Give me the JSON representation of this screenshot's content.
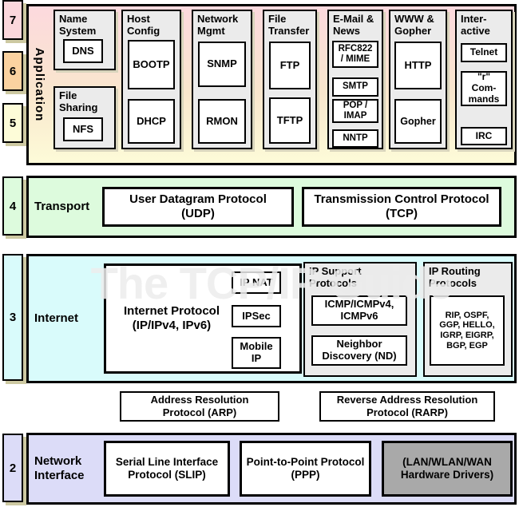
{
  "watermark": "The TCP/IP Guide",
  "colors": {
    "layer7": "#fbd7dc",
    "layer6": "#fbd2a0",
    "layer5": "#fdfcd8",
    "layer4": "#ddfbdd",
    "layer3": "#d9fbfb",
    "layer2": "#dcdcf8",
    "group_gray": "#ebebeb",
    "hardware_gray": "#a9a9a9",
    "shadow_khaki": "#cdc9a2"
  },
  "badges": {
    "l7": "7",
    "l6": "6",
    "l5": "5",
    "l4": "4",
    "l3": "3",
    "l2": "2"
  },
  "app": {
    "label": "Application",
    "columns": [
      {
        "groups": [
          {
            "header": "Name\nSystem",
            "items": [
              "DNS"
            ]
          },
          {
            "header": "File\nSharing",
            "items": [
              "NFS"
            ]
          }
        ]
      },
      {
        "groups": [
          {
            "header": "Host\nConfig",
            "items": [
              "BOOTP",
              "DHCP"
            ]
          }
        ]
      },
      {
        "groups": [
          {
            "header": "Network\nMgmt",
            "items": [
              "SNMP",
              "RMON"
            ]
          }
        ]
      },
      {
        "groups": [
          {
            "header": "File\nTransfer",
            "items": [
              "FTP",
              "TFTP"
            ]
          }
        ]
      },
      {
        "groups": [
          {
            "header": "E-Mail &\nNews",
            "items": [
              "RFC822\n/ MIME",
              "SMTP",
              "POP /\nIMAP",
              "NNTP"
            ]
          }
        ]
      },
      {
        "groups": [
          {
            "header": "WWW &\nGopher",
            "items": [
              "HTTP",
              "Gopher"
            ]
          }
        ]
      },
      {
        "groups": [
          {
            "header": "Inter-\nactive",
            "items": [
              "Telnet",
              "\"r\"\nCom-\nmands",
              "IRC"
            ]
          }
        ]
      }
    ]
  },
  "transport": {
    "label": "Transport",
    "udp": "User Datagram Protocol\n(UDP)",
    "tcp": "Transmission Control Protocol\n(TCP)"
  },
  "internet": {
    "label": "Internet",
    "ip": "Internet Protocol\n(IP/IPv4, IPv6)",
    "ip_features": [
      "IP NAT",
      "IPSec",
      "Mobile\nIP"
    ],
    "support": {
      "header": "IP Support\nProtocols",
      "items": [
        "ICMP/ICMPv4,\nICMPv6",
        "Neighbor\nDiscovery (ND)"
      ]
    },
    "routing": {
      "header": "IP Routing\nProtocols",
      "items": [
        "RIP, OSPF,\nGGP, HELLO,\nIGRP, EIGRP,\nBGP, EGP"
      ]
    }
  },
  "resolution": {
    "arp": "Address Resolution\nProtocol (ARP)",
    "rarp": "Reverse Address Resolution\nProtocol (RARP)"
  },
  "network": {
    "label": "Network\nInterface",
    "slip": "Serial Line Interface\nProtocol (SLIP)",
    "ppp": "Point-to-Point Protocol\n(PPP)",
    "hardware": "(LAN/WLAN/WAN\nHardware Drivers)"
  }
}
